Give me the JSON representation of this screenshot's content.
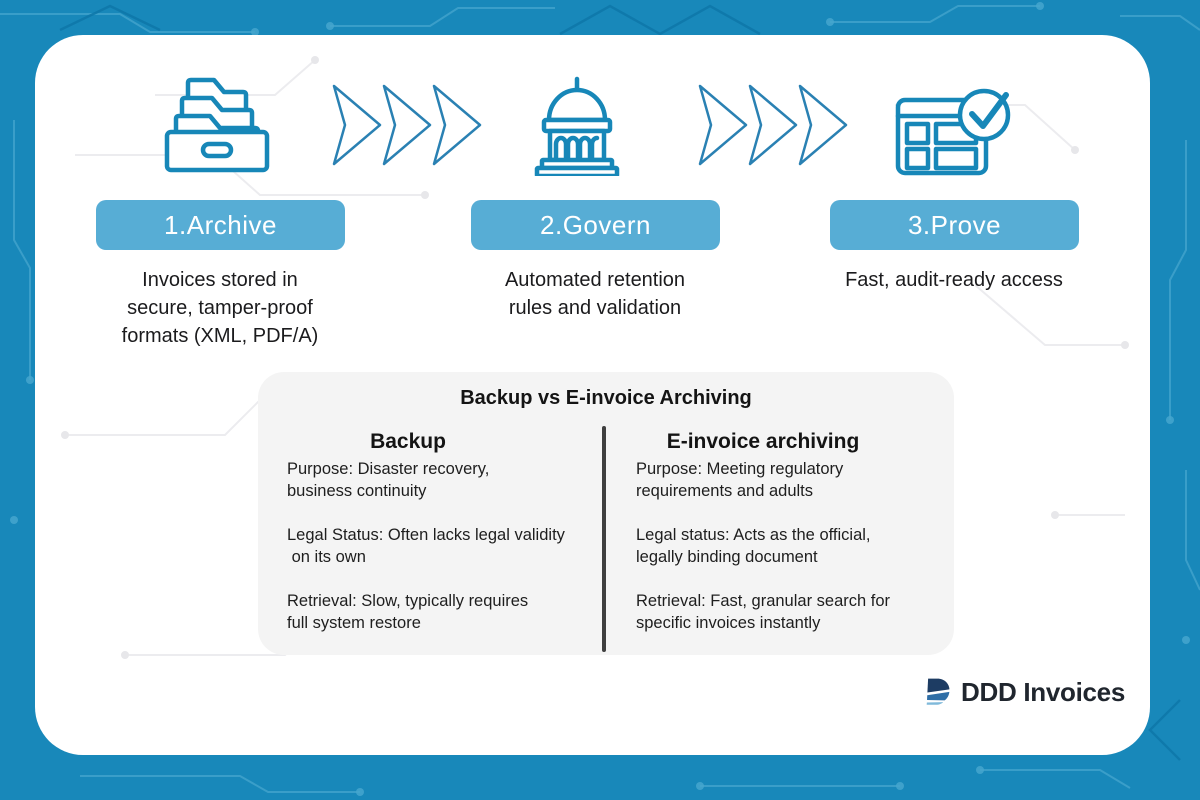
{
  "colors": {
    "background": "#1888BA",
    "card": "#FFFFFF",
    "step_button": "#57ADD5",
    "icon_stroke": "#1787B8",
    "comparison_box": "#F4F4F4",
    "divider": "#3F3F3F",
    "body_text": "#1B1B1D",
    "logo_navy": "#1D3C63",
    "logo_mid_blue": "#2F6EA6",
    "logo_light_blue": "#7FB9DA"
  },
  "steps": [
    {
      "icon": "archive-drawer-icon",
      "label": "1.Archive",
      "description": "Invoices stored in\nsecure, tamper-proof\nformats (XML, PDF/A)"
    },
    {
      "icon": "government-building-icon",
      "label": "2.Govern",
      "description": "Automated retention\nrules and validation"
    },
    {
      "icon": "audit-checklist-icon",
      "label": "3.Prove",
      "description": "Fast, audit-ready access"
    }
  ],
  "comparison": {
    "title": "Backup vs E-invoice Archiving",
    "columns": [
      {
        "header": "Backup",
        "rows": [
          "Purpose: Disaster recovery,\nbusiness continuity",
          "Legal Status: Often lacks legal validity\n on its own",
          "Retrieval: Slow, typically requires\nfull system restore"
        ]
      },
      {
        "header": "E-invoice archiving",
        "rows": [
          "Purpose: Meeting regulatory\nrequirements and adults",
          "Legal status: Acts as the official,\nlegally binding document",
          "Retrieval: Fast, granular search for\nspecific invoices instantly"
        ]
      }
    ]
  },
  "logo": {
    "text": "DDD Invoices"
  }
}
